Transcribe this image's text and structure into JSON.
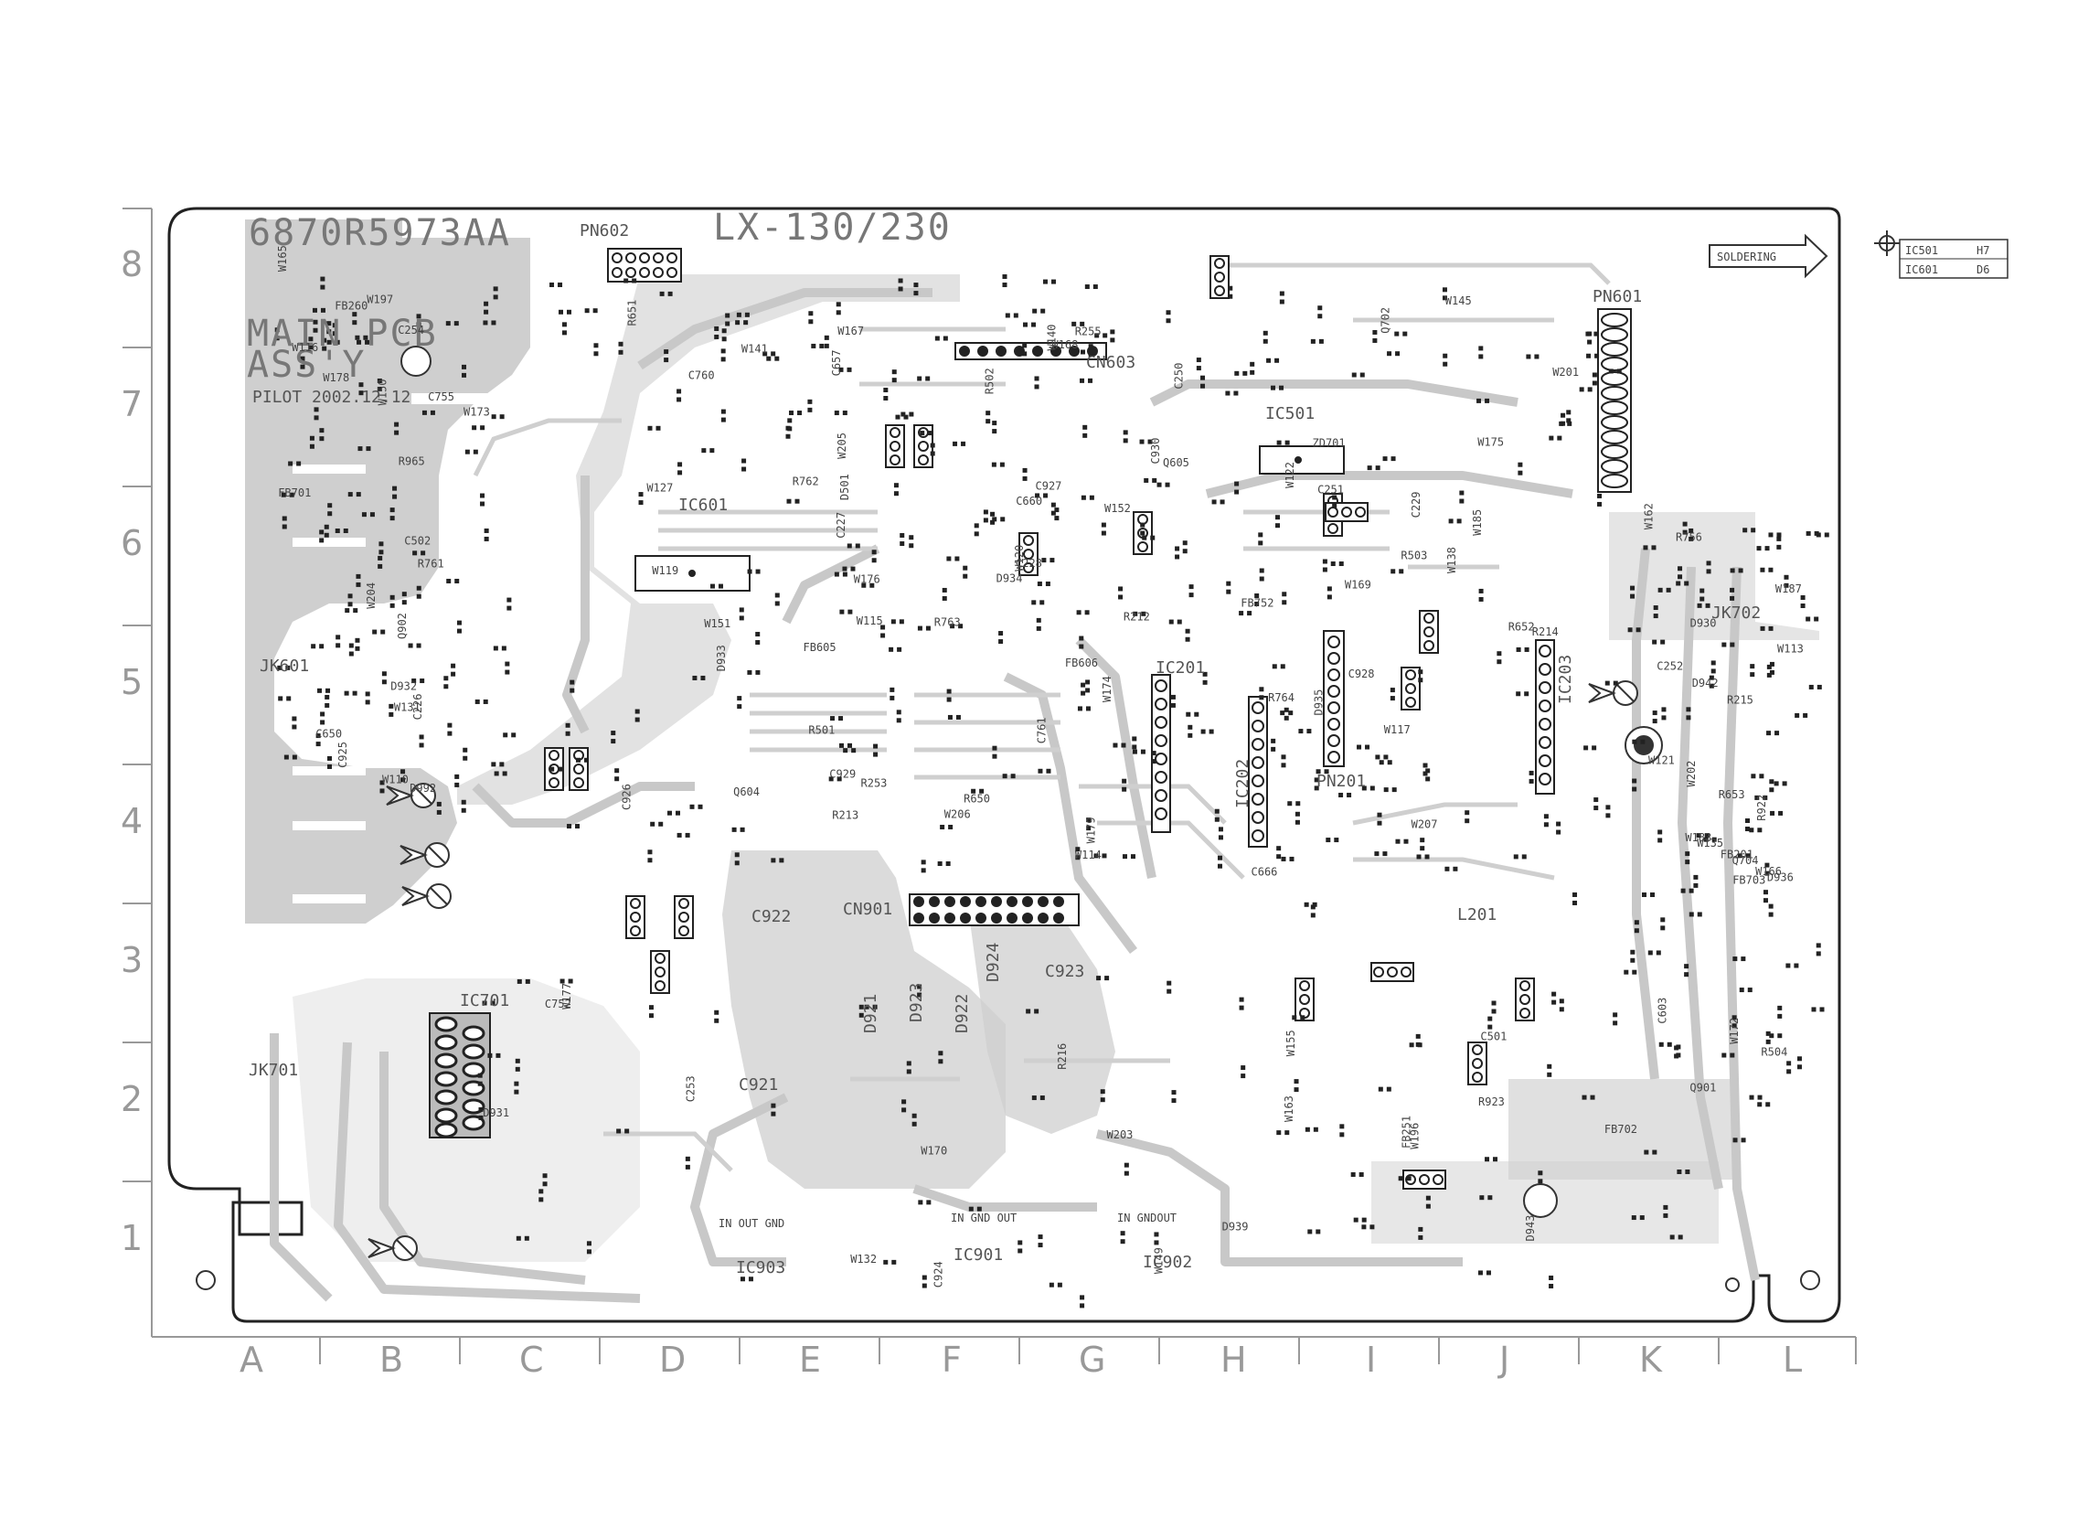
{
  "board": {
    "part_number": "6870R5973AA",
    "model": "LX-130/230",
    "title_line1": "MAIN PCB",
    "title_line2": "ASS'Y",
    "pilot": "PILOT 2002.12.12",
    "soldering": "SOLDERING"
  },
  "ic_table": [
    {
      "ic": "IC501",
      "loc": "H7"
    },
    {
      "ic": "IC601",
      "loc": "D6"
    }
  ],
  "row_labels": [
    "8",
    "7",
    "6",
    "5",
    "4",
    "3",
    "2",
    "1"
  ],
  "col_labels": [
    "A",
    "B",
    "C",
    "D",
    "E",
    "F",
    "G",
    "H",
    "I",
    "J",
    "K",
    "L"
  ],
  "components": {
    "pn602": "PN602",
    "pn601": "PN601",
    "pn201": "PN201",
    "ic501": "IC501",
    "ic601": "IC601",
    "ic701": "IC701",
    "ic901": "IC901",
    "ic902": "IC902",
    "ic903": "IC903",
    "cn603": "CN603",
    "cn901": "CN901",
    "ic201": "IC201",
    "ic202": "IC202",
    "ic203": "IC203",
    "jk601": "JK601",
    "jk701": "JK701",
    "jk702": "JK702",
    "c921": "C921",
    "c922": "C922",
    "c923": "C923",
    "d921": "D921",
    "d922": "D922",
    "d923": "D923",
    "d924": "D924",
    "l201": "L201"
  },
  "terminal_labels": {
    "ic903": "IN OUT GND",
    "ic901": "IN GND OUT",
    "ic902": "IN GNDOUT"
  },
  "small_refs": [
    "W110",
    "W119",
    "W120",
    "W122",
    "W121",
    "W155",
    "W116",
    "W115",
    "W114",
    "W117",
    "W113",
    "W149",
    "W150",
    "W151",
    "W152",
    "W145",
    "W172",
    "W170",
    "W173",
    "W176",
    "W174",
    "W175",
    "W183",
    "W177",
    "W178",
    "W127",
    "W179",
    "W185",
    "W187",
    "W196",
    "W197",
    "W141",
    "W140",
    "W138",
    "W135",
    "W132",
    "W131",
    "R501",
    "R502",
    "R503",
    "R504",
    "C501",
    "C502",
    "D501",
    "C250",
    "C251",
    "C252",
    "C253",
    "C254",
    "R253",
    "R255",
    "W201",
    "W202",
    "W203",
    "W204",
    "W205",
    "W206",
    "W207",
    "FB201",
    "FB251",
    "FB260",
    "FB605",
    "FB606",
    "FB752",
    "FB703",
    "FB702",
    "FB701",
    "Q604",
    "Q605",
    "Q702",
    "Q704",
    "Q901",
    "Q902",
    "R651",
    "R650",
    "R652",
    "R653",
    "C603",
    "C650",
    "C657",
    "C660",
    "C666",
    "D942",
    "D943",
    "D992",
    "C760",
    "C761",
    "ZD701",
    "W162",
    "W163",
    "W165",
    "W167",
    "W168",
    "W169",
    "W166",
    "C924",
    "C925",
    "C926",
    "C927",
    "C928",
    "D930",
    "D931",
    "D932",
    "D933",
    "D934",
    "D935",
    "D936",
    "D939",
    "R761",
    "R762",
    "R763",
    "R764",
    "R756",
    "C752",
    "C755",
    "R213",
    "R212",
    "R214",
    "R215",
    "R216",
    "C226",
    "C227",
    "C228",
    "C229",
    "R922",
    "R923",
    "R965",
    "C929",
    "C930"
  ]
}
